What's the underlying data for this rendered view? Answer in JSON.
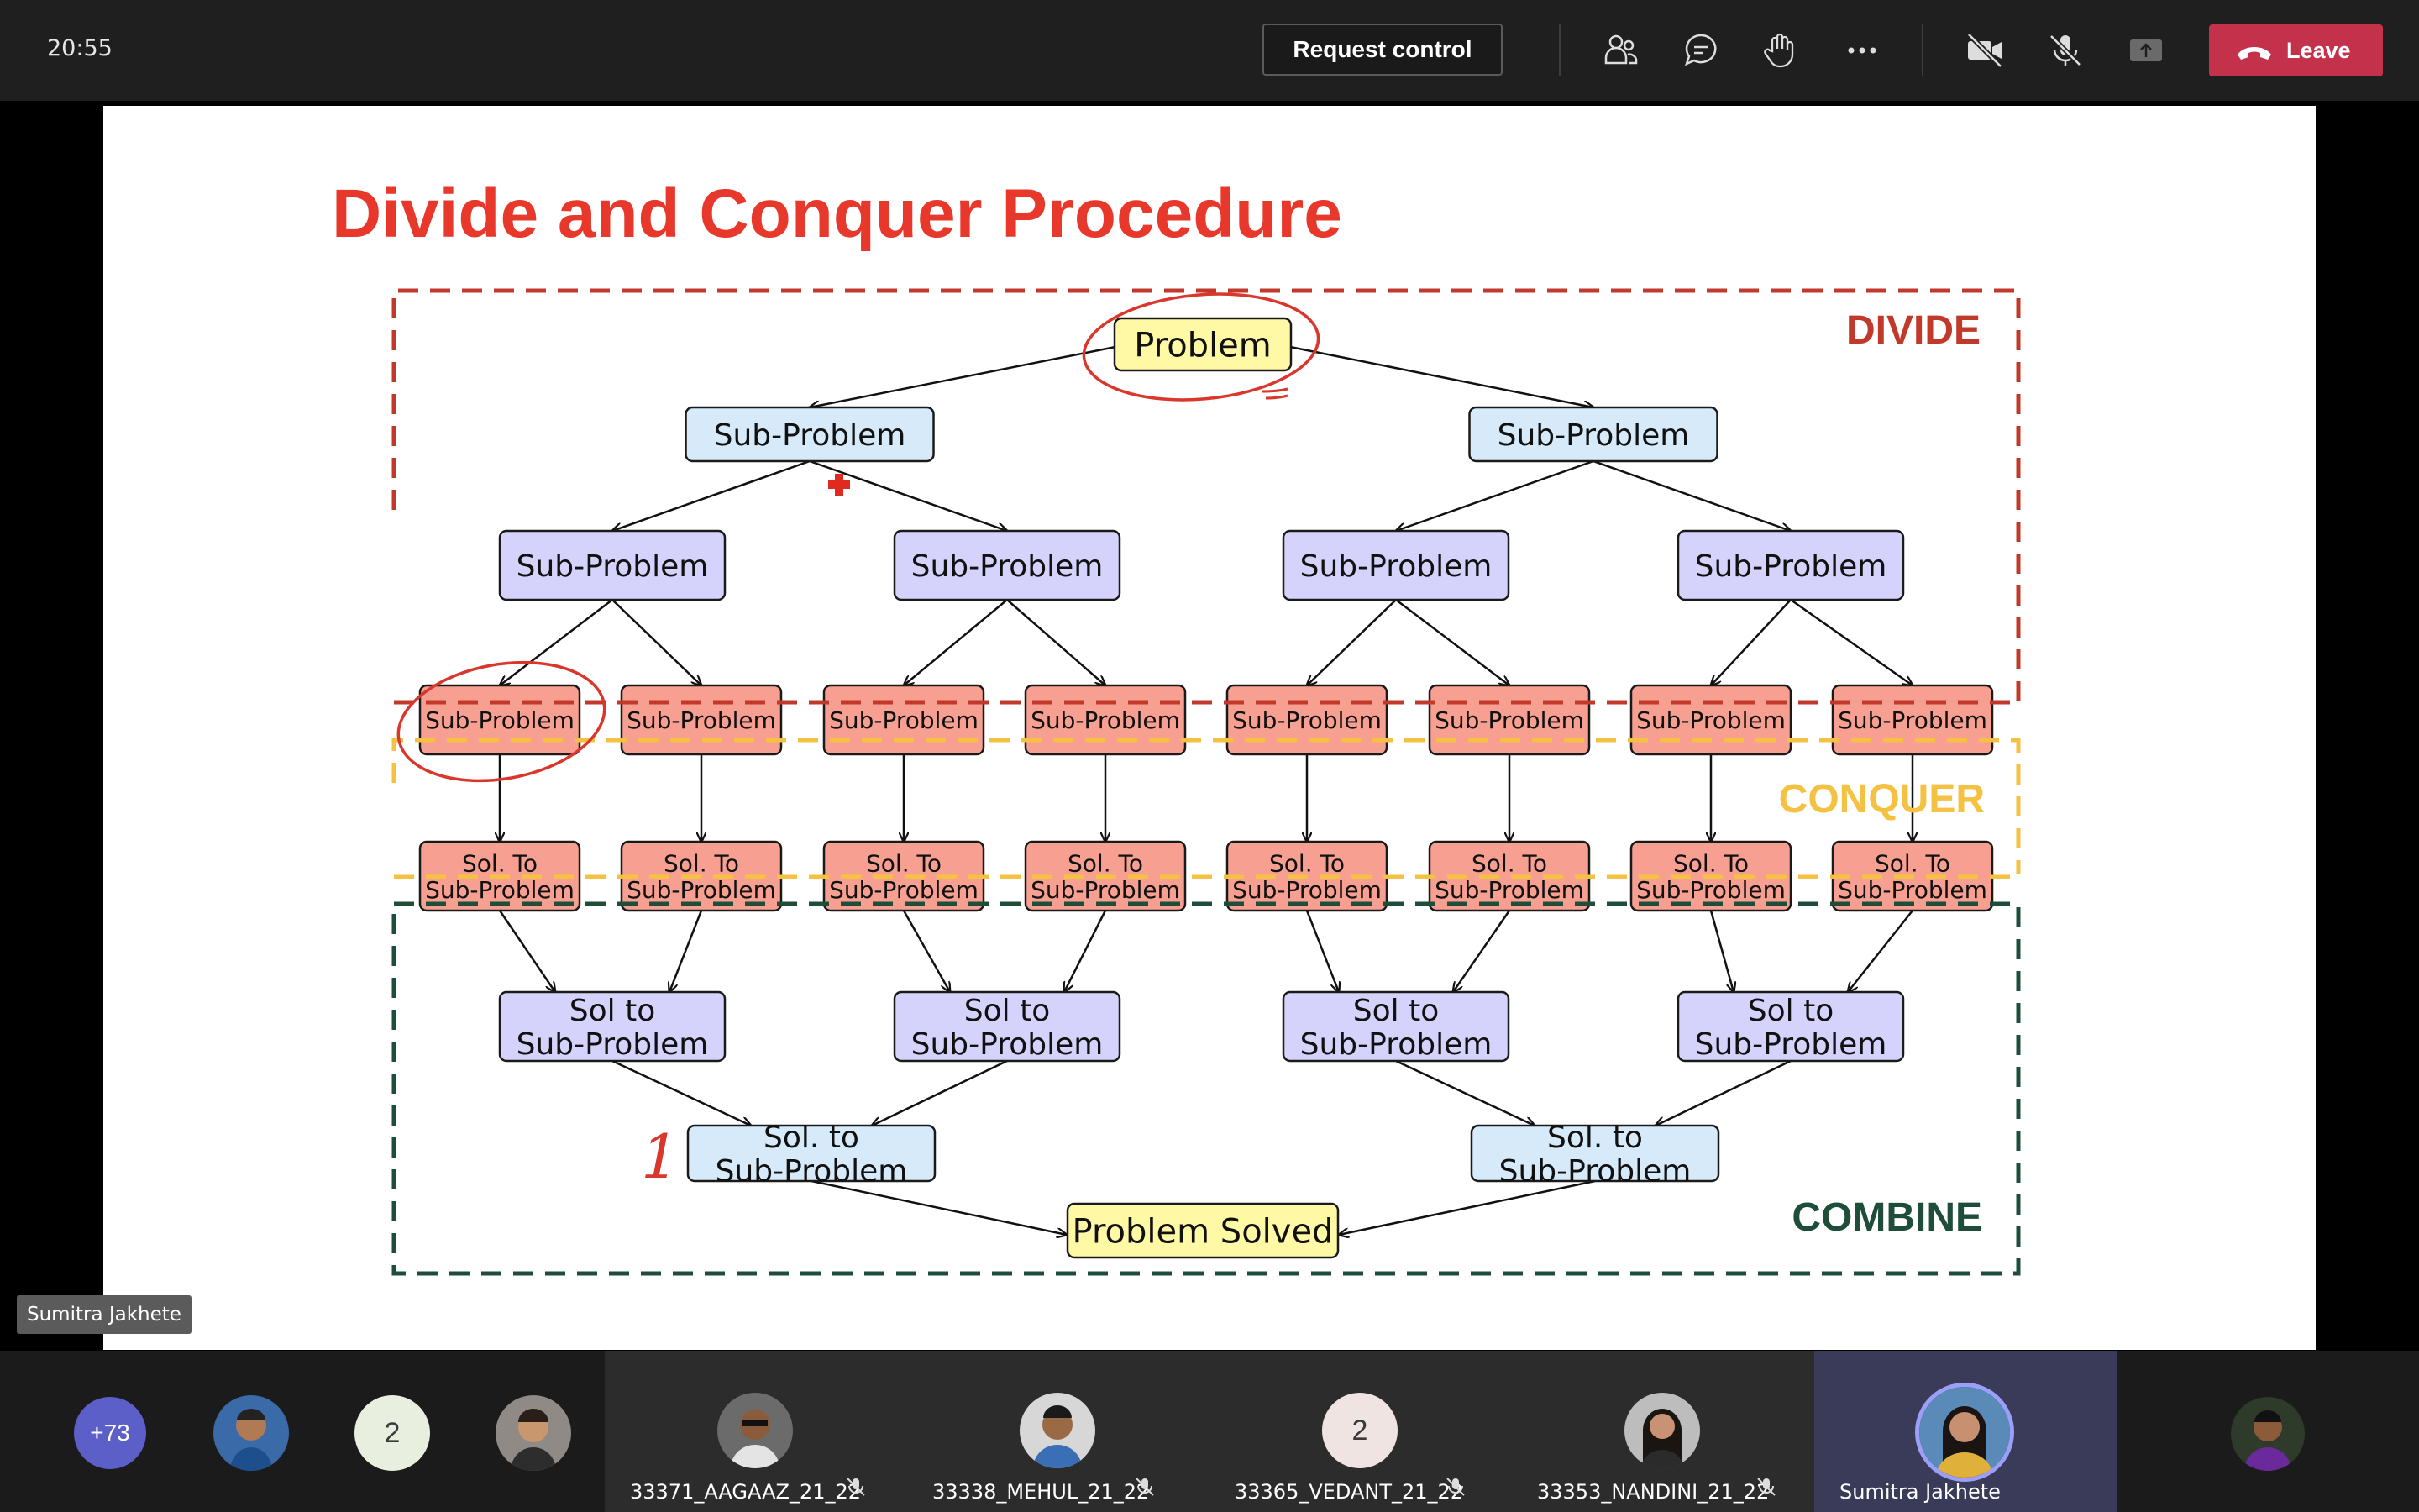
{
  "topbar": {
    "clock": "20:55",
    "request_control_label": "Request control",
    "leave_label": "Leave",
    "icons": [
      "participants-icon",
      "chat-icon",
      "raise-hand-icon",
      "more-icon",
      "camera-off-icon",
      "mic-off-icon",
      "share-icon",
      "phone-icon"
    ],
    "leave_color": "#c4314b"
  },
  "slide": {
    "title": "Divide and Conquer Procedure",
    "title_color": "#e8372b",
    "sections": {
      "divide": {
        "label": "DIVIDE",
        "color": "#c0392b"
      },
      "conquer": {
        "label": "CONQUER",
        "color": "#f4c142"
      },
      "combine": {
        "label": "COMBINE",
        "color": "#1e4d3a"
      }
    },
    "nodes": {
      "problem": "Problem",
      "sub_problem": "Sub-Problem",
      "sol_to_sub_problem_leaf": [
        "Sol. To",
        "Sub-Problem"
      ],
      "sol_to_sub_problem_mid": [
        "Sol to",
        "Sub-Problem"
      ],
      "sol_to_sub_problem_top": [
        "Sol. to",
        "Sub-Problem"
      ],
      "problem_solved": "Problem Solved"
    },
    "annotation_mark": "1",
    "colors": {
      "yellow": "#fff9a6",
      "blue_light": "#d6eafa",
      "lavender": "#d5d2fb",
      "salmon": "#f79f90"
    }
  },
  "speaker": {
    "name": "Sumitra Jakhete"
  },
  "participants": {
    "overflow_count": "+73",
    "count_badges": [
      "2",
      "2"
    ],
    "tiles": [
      {
        "label": "33371_AAGAAZ_21_22"
      },
      {
        "label": "33338_MEHUL_21_22"
      },
      {
        "label": "33365_VEDANT_21_22"
      },
      {
        "label": "33353_NANDINI_21_22"
      },
      {
        "label": "Sumitra Jakhete"
      }
    ]
  }
}
